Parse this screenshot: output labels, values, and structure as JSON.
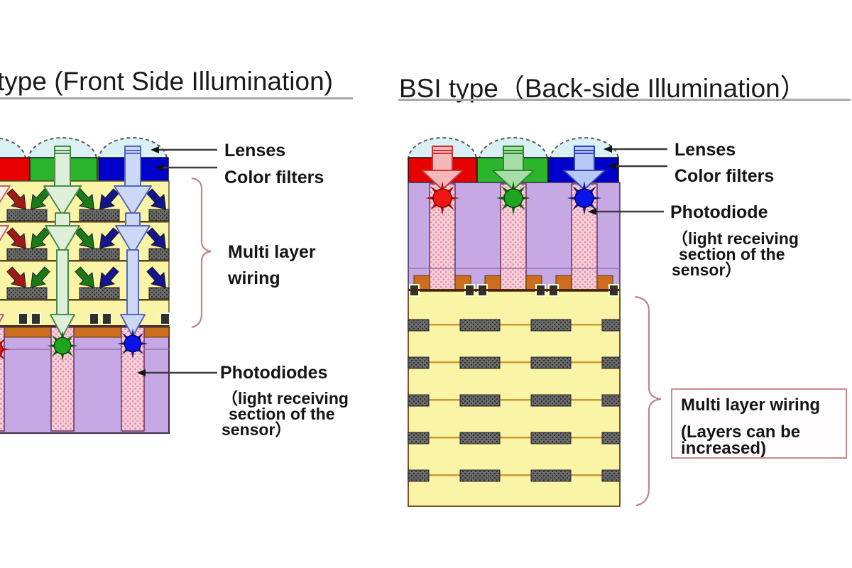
{
  "left_panel": {
    "title": "type (Front Side Illumination)",
    "labels": {
      "lenses": "Lenses",
      "color_filters": "Color filters",
      "multi_layer_1": "Multi layer",
      "multi_layer_2": "wiring",
      "photodiodes": "Photodiodes",
      "photodiodes_sub_1": "（light receiving",
      "photodiodes_sub_2": "section of the",
      "photodiodes_sub_3": "sensor）"
    }
  },
  "right_panel": {
    "title": "BSI type（Back-side Illumination）",
    "labels": {
      "lenses": "Lenses",
      "color_filters": "Color filters",
      "photodiode": "Photodiode",
      "photodiode_sub_1": "（light receiving",
      "photodiode_sub_2": "section of the",
      "photodiode_sub_3": "sensor）",
      "multi_layer_box_title": "Multi layer wiring",
      "multi_layer_box_sub_1": "(Layers can be",
      "multi_layer_box_sub_2": "increased)"
    }
  },
  "colors": {
    "filter_red": "#e60000",
    "filter_green": "#2ab52a",
    "filter_blue": "#0000cc",
    "wiring_yellow": "#faf5a6",
    "silicon_purple": "#c6a9e4",
    "photodiode_pink": "#f6d0da",
    "lens_cyan": "#d9f1f5",
    "annotation_red": "#c08585"
  }
}
